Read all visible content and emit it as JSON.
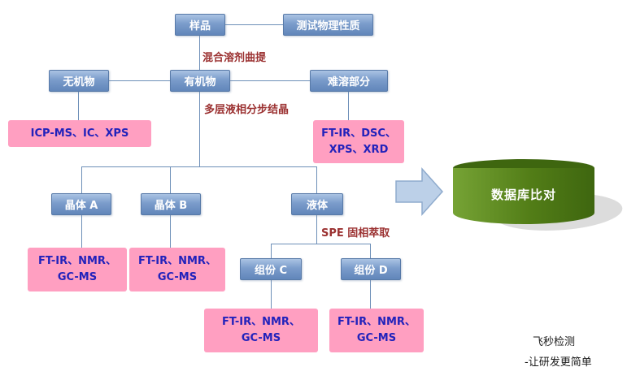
{
  "flowchart": {
    "sample": {
      "label": "样品"
    },
    "physical_test": {
      "label": "测试物理性质"
    },
    "step1_label": "混合溶剂曲提",
    "inorganic": {
      "label": "无机物",
      "analysis": "ICP-MS、IC、XPS"
    },
    "organic": {
      "label": "有机物"
    },
    "insoluble": {
      "label": "难溶部分",
      "analysis_line1": "FT-IR、DSC、",
      "analysis_line2": "XPS、XRD"
    },
    "step2_label": "多层液相分步结晶",
    "crystal_a": {
      "label": "晶体 A",
      "analysis_line1": "FT-IR、NMR、",
      "analysis_line2": "GC-MS"
    },
    "crystal_b": {
      "label": "晶体 B",
      "analysis_line1": "FT-IR、NMR、",
      "analysis_line2": "GC-MS"
    },
    "liquid": {
      "label": "液体"
    },
    "step3_label": "SPE 固相萃取",
    "component_c": {
      "label": "组份 C",
      "analysis_line1": "FT-IR、NMR、",
      "analysis_line2": "GC-MS"
    },
    "component_d": {
      "label": "组份 D",
      "analysis_line1": "FT-IR、NMR、",
      "analysis_line2": "GC-MS"
    }
  },
  "database": {
    "label": "数据库比对"
  },
  "footer": {
    "line1": "飞秒检测",
    "line2": "-让研发更简单"
  },
  "colors": {
    "node_blue": "#7b9ccb",
    "node_pink": "#ff9fc1",
    "analysis_text": "#2222bb",
    "step_label_red": "#9b3131",
    "connector": "#6d8fb8",
    "arrow_fill": "#bcd0e8",
    "arrow_stroke": "#8fabcd",
    "cylinder_green": "#527d17",
    "cylinder_text": "#ffffff"
  }
}
